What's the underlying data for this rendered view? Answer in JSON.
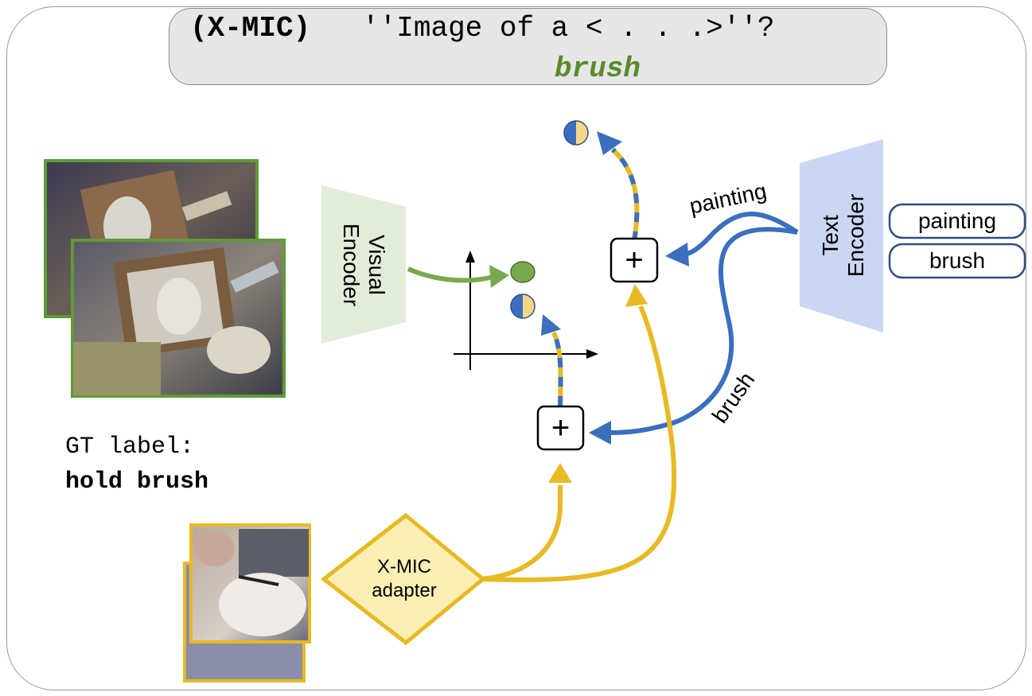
{
  "header": {
    "method": "(X-MIC)",
    "prompt": "''Image of a < . . .>''?",
    "fill_word": "brush",
    "fill_word_color": "#5a8a2c"
  },
  "ground_truth": {
    "label_prefix": "GT label:",
    "label_value": "hold brush"
  },
  "visual_encoder": {
    "line1": "Visual",
    "line2": "Encoder",
    "color": "#e2edd9"
  },
  "text_encoder": {
    "line1": "Text",
    "line2": "Encoder",
    "color": "#c9d7f3"
  },
  "class_labels": [
    "painting",
    "brush"
  ],
  "arrow_labels": {
    "painting": "painting",
    "brush": "brush"
  },
  "adapter": {
    "line1": "X-MIC",
    "line2": "adapter",
    "color": "#fbefb5",
    "border_color": "#e8b923"
  },
  "plus_symbol": "+",
  "colors": {
    "green": "#7aa94c",
    "blue": "#3b6fbe",
    "yellow": "#e8b923",
    "frame_green": "#5f9a36"
  }
}
